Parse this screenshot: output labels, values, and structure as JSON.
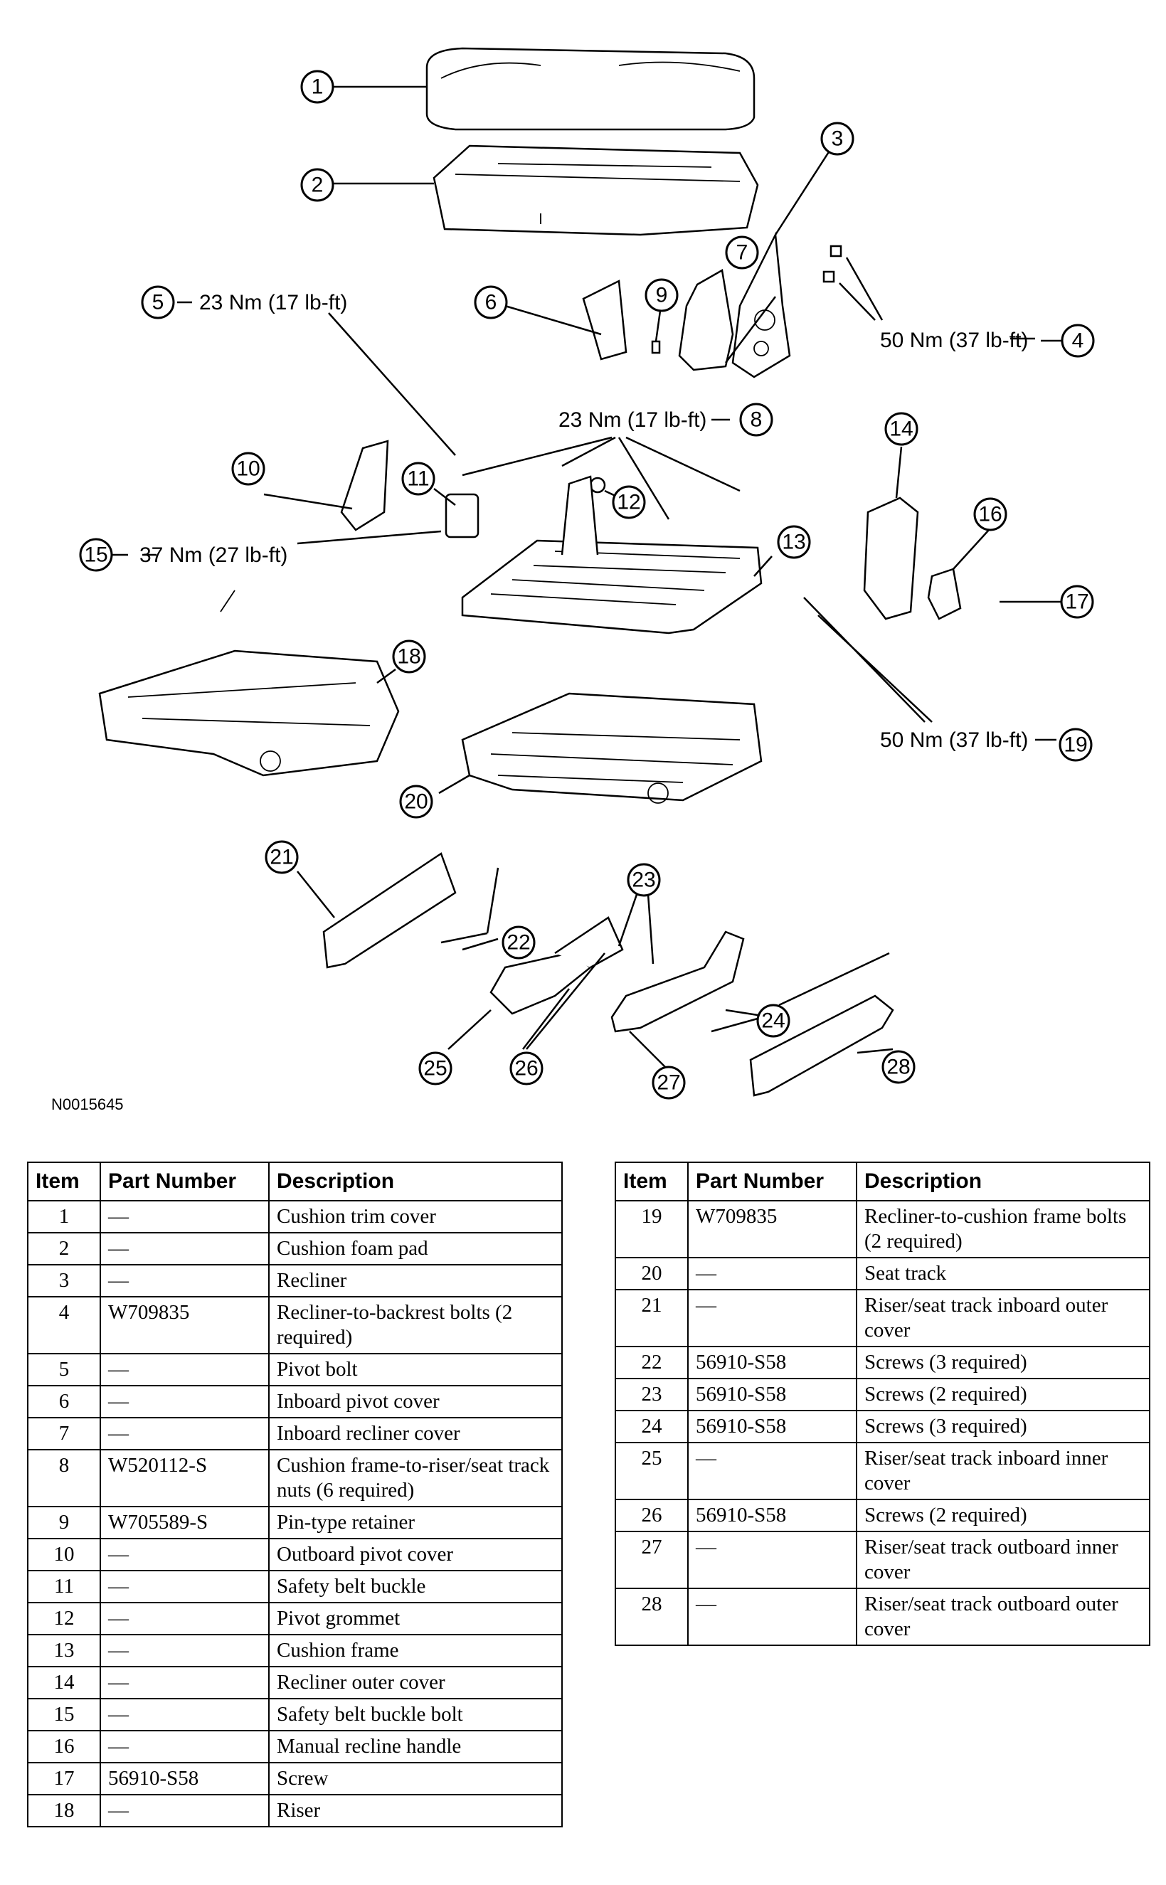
{
  "figure_code": "N0015645",
  "callouts": [
    "1",
    "2",
    "3",
    "4",
    "5",
    "6",
    "7",
    "8",
    "9",
    "10",
    "11",
    "12",
    "13",
    "14",
    "15",
    "16",
    "17",
    "18",
    "19",
    "20",
    "21",
    "22",
    "23",
    "24",
    "25",
    "26",
    "27",
    "28"
  ],
  "torques": {
    "t5": "23 Nm (17 lb-ft)",
    "t4": "50 Nm (37 lb-ft)",
    "t8": "23 Nm (17 lb-ft)",
    "t15": "37 Nm (27 lb-ft)",
    "t19": "50 Nm (37 lb-ft)"
  },
  "table_headers": {
    "item": "Item",
    "part_number": "Part Number",
    "description": "Description"
  },
  "rows_left": [
    {
      "item": "1",
      "pn": "—",
      "desc": "Cushion trim cover"
    },
    {
      "item": "2",
      "pn": "—",
      "desc": "Cushion foam pad"
    },
    {
      "item": "3",
      "pn": "—",
      "desc": "Recliner"
    },
    {
      "item": "4",
      "pn": "W709835",
      "desc": "Recliner-to-backrest bolts (2 required)"
    },
    {
      "item": "5",
      "pn": "—",
      "desc": "Pivot bolt"
    },
    {
      "item": "6",
      "pn": "—",
      "desc": "Inboard pivot cover"
    },
    {
      "item": "7",
      "pn": "—",
      "desc": "Inboard recliner cover"
    },
    {
      "item": "8",
      "pn": "W520112-S",
      "desc": "Cushion frame-to-riser/seat track nuts (6 required)"
    },
    {
      "item": "9",
      "pn": "W705589-S",
      "desc": "Pin-type retainer"
    },
    {
      "item": "10",
      "pn": "—",
      "desc": "Outboard pivot cover"
    },
    {
      "item": "11",
      "pn": "—",
      "desc": "Safety belt buckle"
    },
    {
      "item": "12",
      "pn": "—",
      "desc": "Pivot grommet"
    },
    {
      "item": "13",
      "pn": "—",
      "desc": "Cushion frame"
    },
    {
      "item": "14",
      "pn": "—",
      "desc": "Recliner outer cover"
    },
    {
      "item": "15",
      "pn": "—",
      "desc": "Safety belt buckle bolt"
    },
    {
      "item": "16",
      "pn": "—",
      "desc": "Manual recline handle"
    },
    {
      "item": "17",
      "pn": "56910-S58",
      "desc": "Screw"
    },
    {
      "item": "18",
      "pn": "—",
      "desc": "Riser"
    }
  ],
  "rows_right": [
    {
      "item": "19",
      "pn": "W709835",
      "desc": "Recliner-to-cushion frame bolts (2 required)"
    },
    {
      "item": "20",
      "pn": "—",
      "desc": "Seat track"
    },
    {
      "item": "21",
      "pn": "—",
      "desc": "Riser/seat track inboard outer cover"
    },
    {
      "item": "22",
      "pn": "56910-S58",
      "desc": "Screws (3 required)"
    },
    {
      "item": "23",
      "pn": "56910-S58",
      "desc": "Screws (2 required)"
    },
    {
      "item": "24",
      "pn": "56910-S58",
      "desc": "Screws (3 required)"
    },
    {
      "item": "25",
      "pn": "—",
      "desc": "Riser/seat track inboard inner cover"
    },
    {
      "item": "26",
      "pn": "56910-S58",
      "desc": "Screws (2 required)"
    },
    {
      "item": "27",
      "pn": "—",
      "desc": "Riser/seat track outboard inner cover"
    },
    {
      "item": "28",
      "pn": "—",
      "desc": "Riser/seat track outboard outer cover"
    }
  ]
}
